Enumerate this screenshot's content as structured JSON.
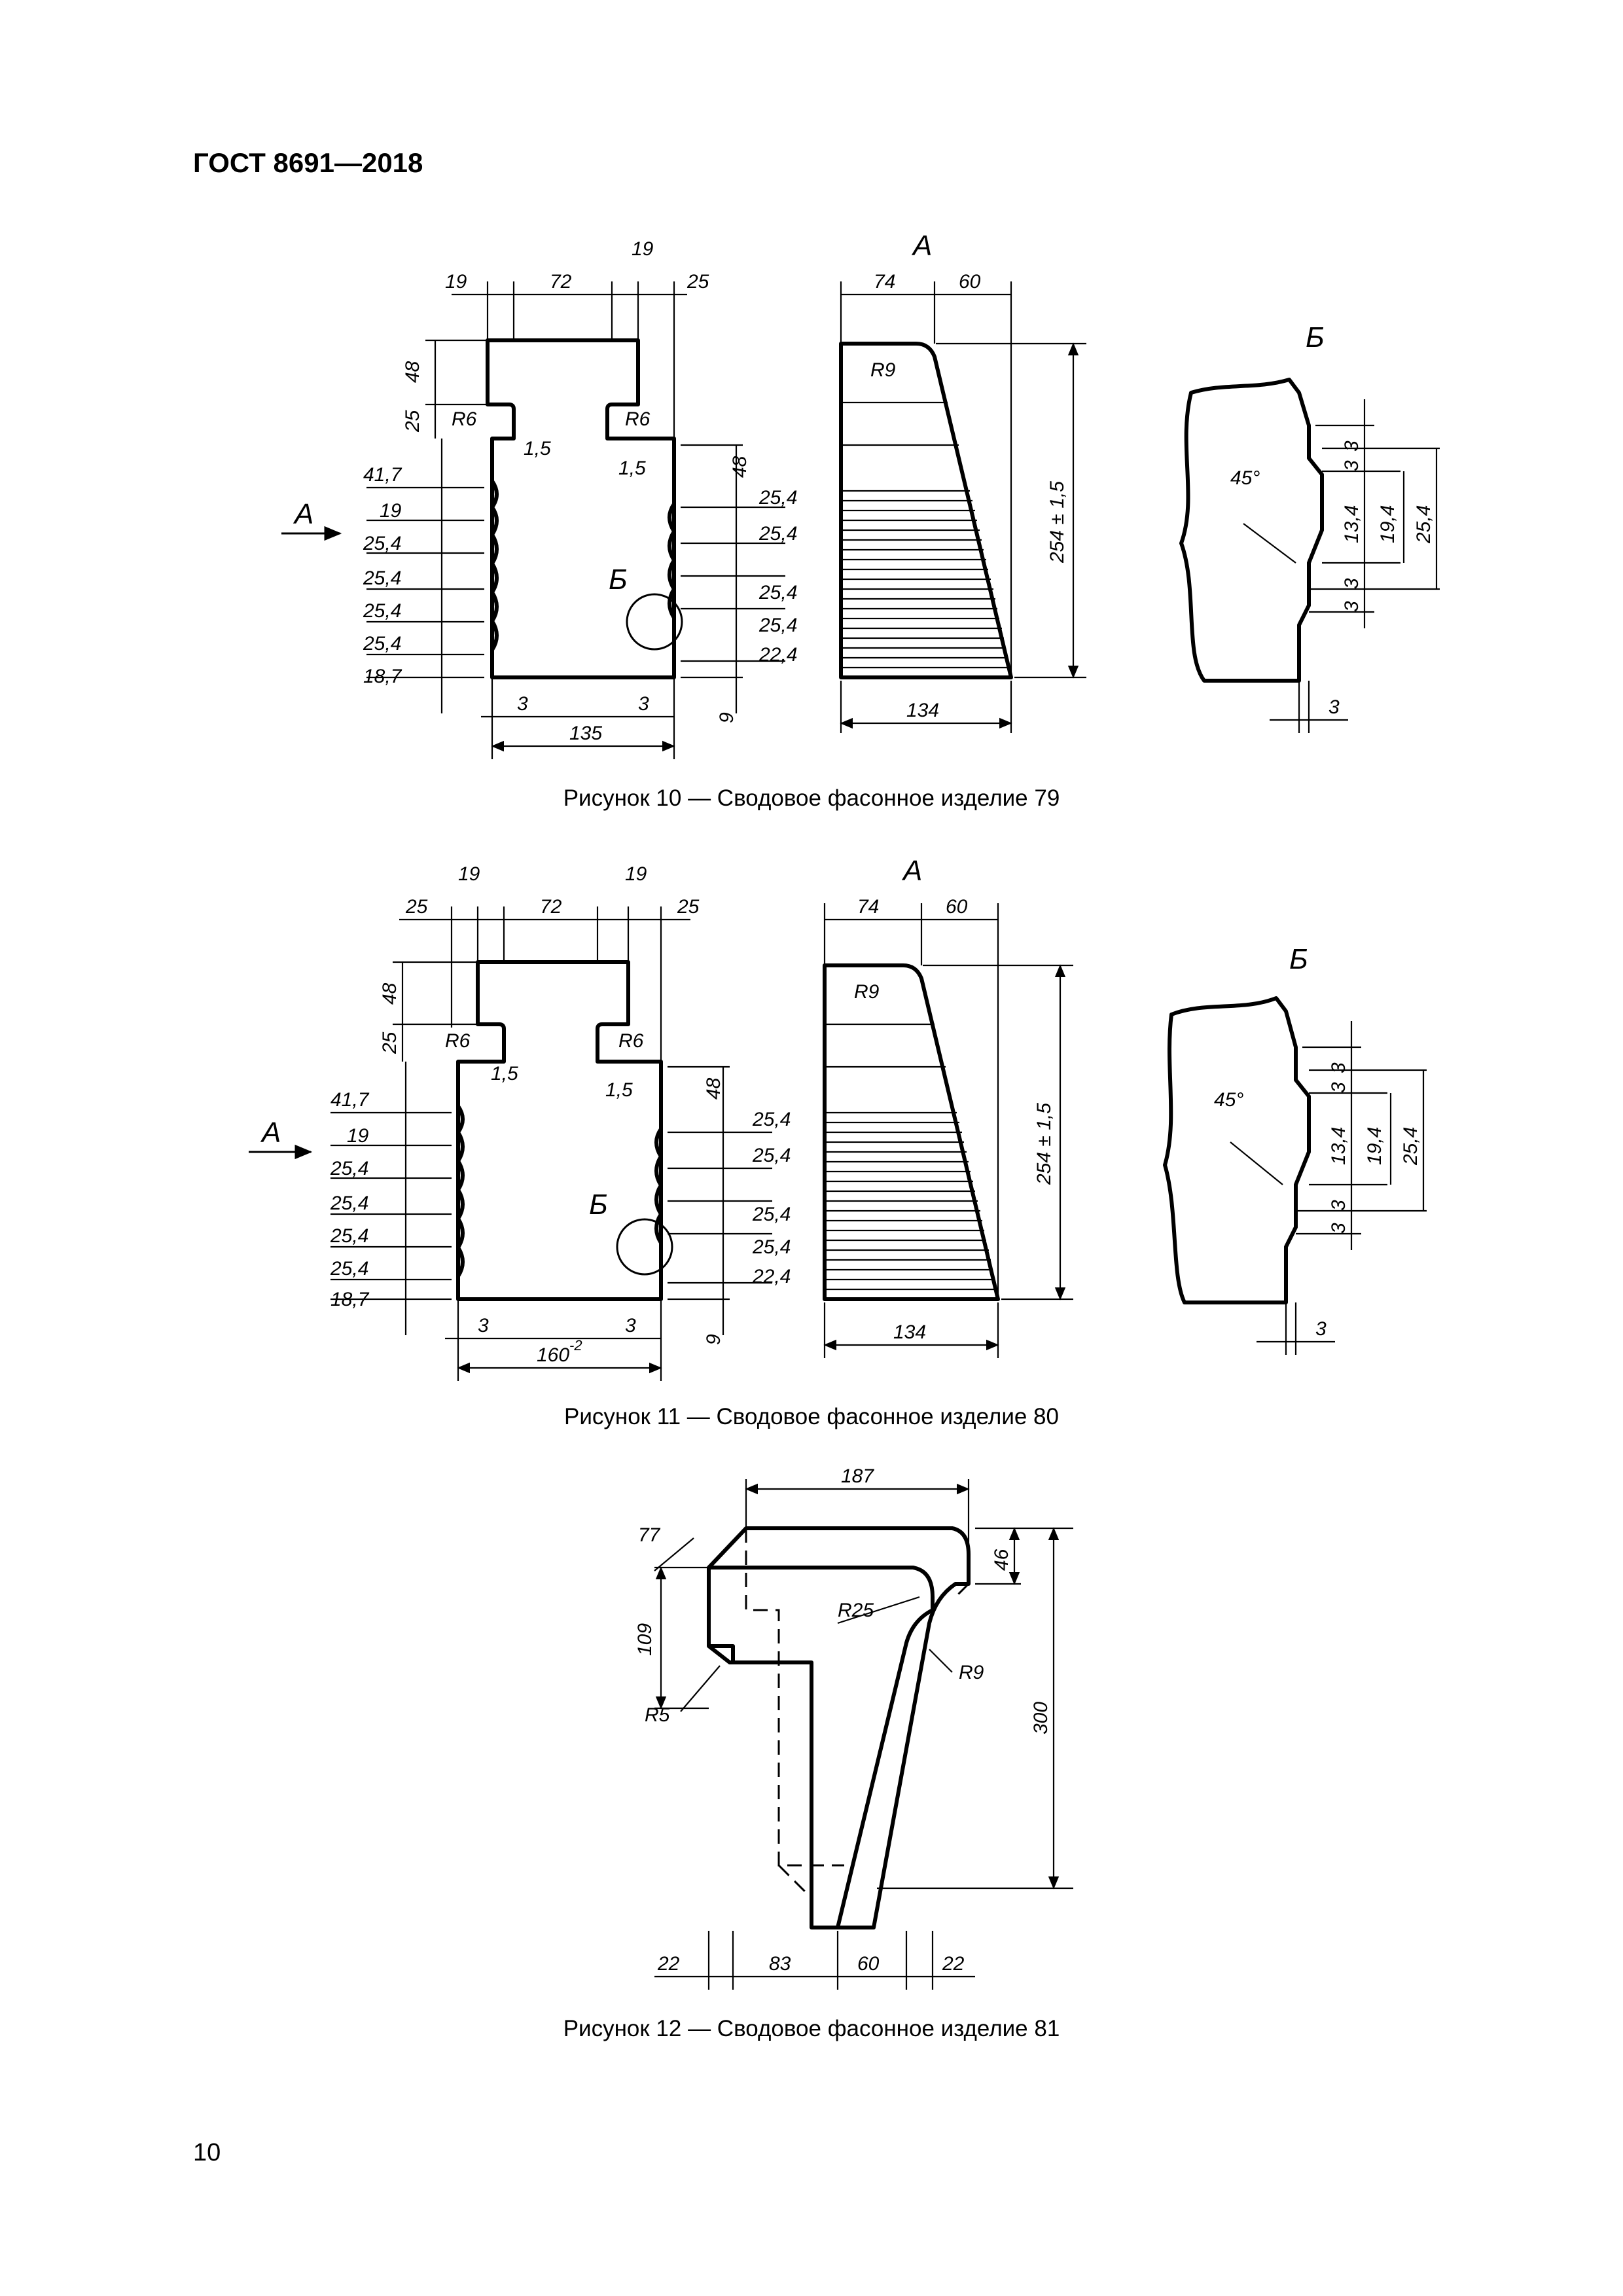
{
  "header": {
    "standard": "ГОСТ 8691—2018"
  },
  "page_number": "10",
  "figures": [
    {
      "caption": "Рисунок 10 — Сводовое фасонное изделие 79",
      "view_a_label": "А",
      "view_b_label": "Б",
      "main_view": {
        "top_dims": [
          "19",
          "72",
          "19",
          "25"
        ],
        "left_dims": [
          "48",
          "25"
        ],
        "radius_labels": [
          "R6",
          "R6"
        ],
        "offsets": [
          "1,5",
          "1,5"
        ],
        "left_stack": [
          "41,7",
          "19",
          "25,4",
          "25,4",
          "25,4",
          "25,4",
          "18,7"
        ],
        "right_top": "48",
        "right_stack": [
          "25,4",
          "25,4",
          "25,4",
          "25,4",
          "22,4"
        ],
        "bottom_small": [
          "3",
          "3"
        ],
        "bottom_right": "9",
        "width": "135"
      },
      "view_a": {
        "top": [
          "74",
          "60"
        ],
        "radius": "R9",
        "height": "254 ± 1,5",
        "bottom": "134"
      },
      "view_b": {
        "angle": "45°",
        "verticals": [
          "3",
          "3",
          "3",
          "3",
          "13,4",
          "3",
          "3",
          "3",
          "3",
          "19,4",
          "25,4"
        ],
        "bottom": "3"
      }
    },
    {
      "caption": "Рисунок 11 — Сводовое фасонное изделие 80",
      "view_a_label": "А",
      "view_b_label": "Б",
      "main_view": {
        "top_dims": [
          "25",
          "19",
          "72",
          "19",
          "25"
        ],
        "left_dims": [
          "48",
          "25"
        ],
        "radius_labels": [
          "R6",
          "R6"
        ],
        "offsets": [
          "1,5",
          "1,5"
        ],
        "left_stack": [
          "41,7",
          "19",
          "25,4",
          "25,4",
          "25,4",
          "25,4",
          "18,7"
        ],
        "right_top": "48",
        "right_stack": [
          "25,4",
          "25,4",
          "25,4",
          "25,4",
          "22,4"
        ],
        "bottom_small": [
          "3",
          "3"
        ],
        "bottom_right": "9",
        "width_base": "160",
        "width_tol": "-2"
      },
      "view_a": {
        "top": [
          "74",
          "60"
        ],
        "radius": "R9",
        "height": "254 ± 1,5",
        "bottom": "134"
      },
      "view_b": {
        "angle": "45°",
        "verticals": [
          "3",
          "3",
          "3",
          "3",
          "13,4",
          "3",
          "3",
          "3",
          "3",
          "19,4",
          "25,4"
        ],
        "bottom": "3"
      }
    },
    {
      "caption": "Рисунок 12 — Сводовое фасонное изделие 81",
      "dims": {
        "top": "187",
        "chamfer": "77",
        "right_small": "46",
        "left": "109",
        "height": "300",
        "r25": "R25",
        "r9": "R9",
        "r5": "R5",
        "bottom": [
          "22",
          "83",
          "60",
          "22"
        ]
      }
    }
  ]
}
